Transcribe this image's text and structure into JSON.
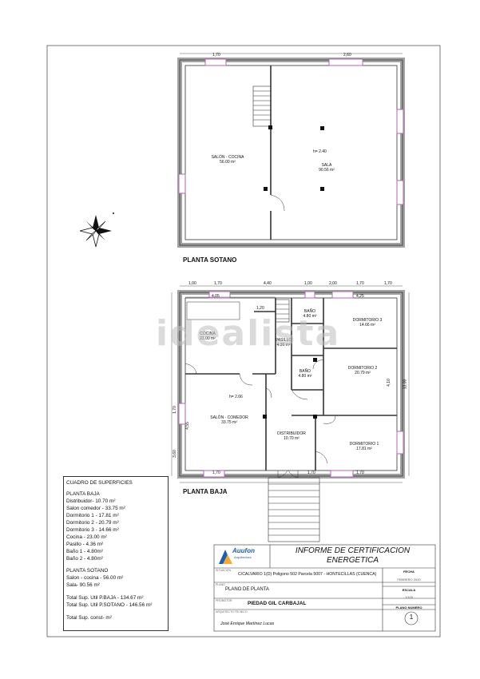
{
  "plan_sotano": {
    "title": "PLANTA SOTANO",
    "dims": [
      "1,70",
      "2,60"
    ],
    "height_label": "h= 2.40",
    "rooms": [
      {
        "name": "SALÓN - COCINA",
        "area": "56.00 m²"
      },
      {
        "name": "SALA",
        "area": "90.56 m²"
      }
    ]
  },
  "plan_baja": {
    "title": "PLANTA BAJA",
    "dims_top": [
      "1,00",
      "1,70",
      "4,40",
      "1,00",
      "2,00",
      "1,70",
      "1,70"
    ],
    "dims_inner": [
      "4,05",
      "1,20",
      "4,25"
    ],
    "dims_side": [
      "1,70",
      "3,60",
      "4,55",
      "4,10",
      "13,00"
    ],
    "dims_bottom": [
      "1,70",
      "1,70",
      "1,70"
    ],
    "height_label": "h= 2.66",
    "rooms": [
      {
        "name": "COCINA",
        "area": "23.00 m²"
      },
      {
        "name": "PASILLO",
        "area": "4.36 m²"
      },
      {
        "name": "BAÑO",
        "area": "4.80 m²"
      },
      {
        "name": "DORMITORIO 3",
        "area": "14.66 m²"
      },
      {
        "name": "BAÑO",
        "area": "4.80 m²"
      },
      {
        "name": "DORMITORIO 2",
        "area": "20.79 m²"
      },
      {
        "name": "SALÓN - COMEDOR",
        "area": "33.75 m²"
      },
      {
        "name": "DISTRIBUIDOR",
        "area": "10.70 m²"
      },
      {
        "name": "DORMITORIO 1",
        "area": "17.81 m²"
      }
    ]
  },
  "watermark": "idealista",
  "surfaces": {
    "title": "CUADRO DE SUPERFICIES",
    "baja_title": "PLANTA BAJA",
    "baja_items": [
      "Distribuidor- 10.70 m²",
      "Salon comedor - 33.75 m²",
      "Dormitorio 1 - 17.81 m²",
      "Dormitorio 2 - 20.79 m²",
      "Dormitorio 3 - 14.66 m²",
      "Cocina - 23.00 m²",
      "Pasillo - 4.36 m²",
      "Baño 1 - 4.80m²",
      "Baño 2 - 4.80m²"
    ],
    "sotano_title": "PLANTA SOTANO",
    "sotano_items": [
      "Salon - cocina - 56.00 m²",
      "Sala- 90.56 m²"
    ],
    "totals": [
      "Total Sup. Util P.BAJA - 134.67 m²",
      "Total Sup. Util P.SOTANO - 146.56 m²"
    ],
    "const_total": "Total Sup. const- m²"
  },
  "title_block": {
    "logo_text": "Auufon",
    "logo_sub": "Arquitectura",
    "heading_line1": "INFORME DE CERTIFICACION",
    "heading_line2": "ENERGETICA",
    "situacion_label": "SITUACION",
    "situacion": "C/CALVARIO 1(D) Poligono 502 Parcela 5007 - HONTECILLAS (CUENCA)",
    "plano_label": "PLANO",
    "plano": "PLANO DE PLANTA",
    "promotor_label": "PROMOTOR",
    "promotor": "PIEDAD GIL CARBAJAL",
    "arquitecto_label": "ARQUITECTO TECNICO",
    "arquitecto": "José Enrique Martínez Lucas",
    "fecha_label": "FECHA",
    "fecha": "FEBRERO 2020",
    "escala_label": "ESCALA",
    "escala": "1/100",
    "plano_numero_label": "PLANO NUMERO",
    "plano_numero": "1"
  },
  "colors": {
    "wall": "#555555",
    "window": "#b266b2",
    "line": "#333333"
  }
}
